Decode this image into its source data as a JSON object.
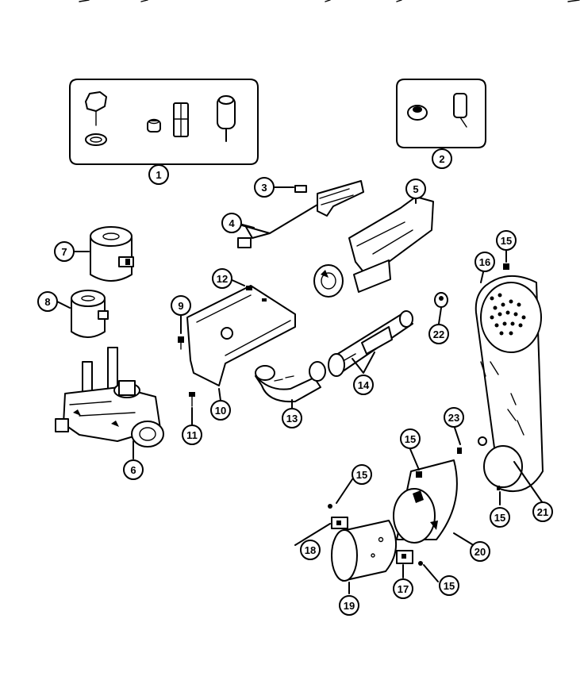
{
  "diagram": {
    "callouts": [
      {
        "id": "c1",
        "label": "1"
      },
      {
        "id": "c2",
        "label": "2"
      },
      {
        "id": "c3",
        "label": "3"
      },
      {
        "id": "c4",
        "label": "4"
      },
      {
        "id": "c5",
        "label": "5"
      },
      {
        "id": "c6",
        "label": "6"
      },
      {
        "id": "c7",
        "label": "7"
      },
      {
        "id": "c8",
        "label": "8"
      },
      {
        "id": "c9",
        "label": "9"
      },
      {
        "id": "c10",
        "label": "10"
      },
      {
        "id": "c11",
        "label": "11"
      },
      {
        "id": "c12",
        "label": "12"
      },
      {
        "id": "c13",
        "label": "13"
      },
      {
        "id": "c14",
        "label": "14"
      },
      {
        "id": "c15a",
        "label": "15"
      },
      {
        "id": "c15b",
        "label": "15"
      },
      {
        "id": "c15c",
        "label": "15"
      },
      {
        "id": "c15d",
        "label": "15"
      },
      {
        "id": "c15e",
        "label": "15"
      },
      {
        "id": "c16",
        "label": "16"
      },
      {
        "id": "c17",
        "label": "17"
      },
      {
        "id": "c18",
        "label": "18"
      },
      {
        "id": "c19",
        "label": "19"
      },
      {
        "id": "c20",
        "label": "20"
      },
      {
        "id": "c21",
        "label": "21"
      },
      {
        "id": "c22",
        "label": "22"
      },
      {
        "id": "c23",
        "label": "23"
      }
    ]
  }
}
